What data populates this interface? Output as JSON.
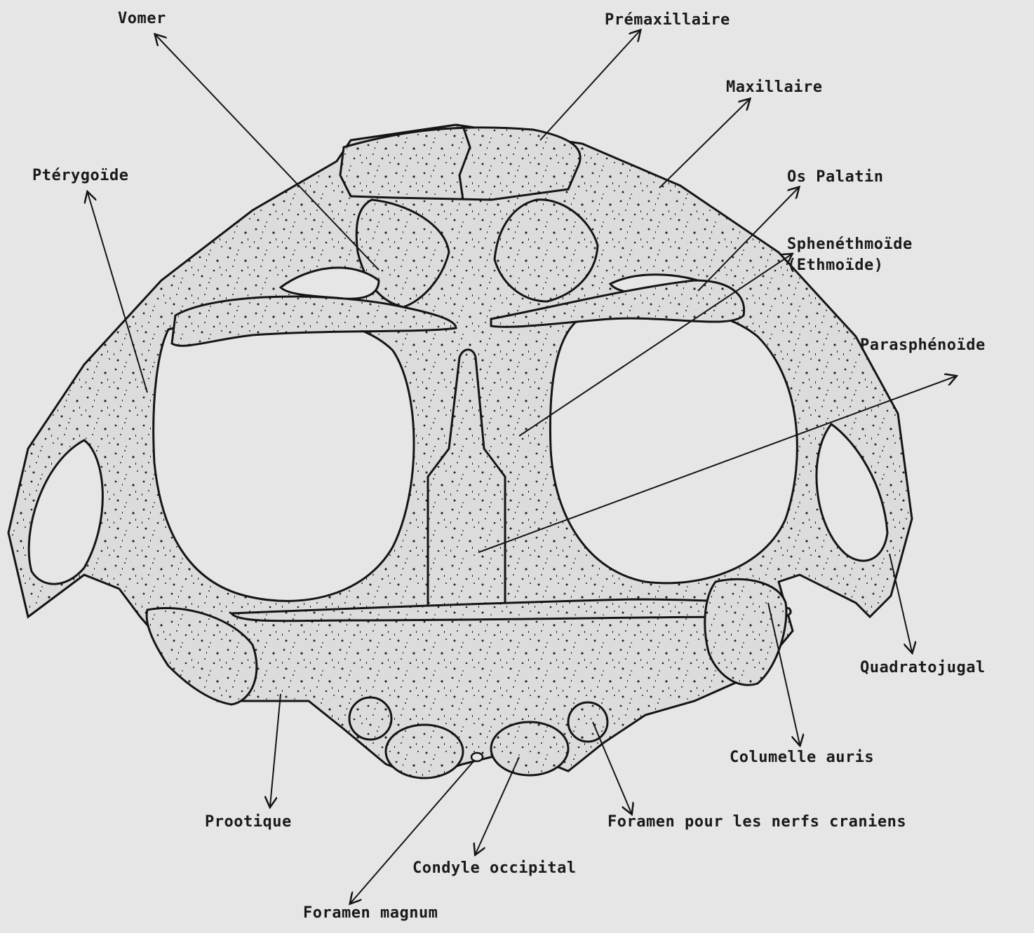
{
  "labels": {
    "vomer": "Vomer",
    "premaxillaire": "Prémaxillaire",
    "maxillaire": "Maxillaire",
    "pterygoide": "Ptérygoïde",
    "os_palatin": "Os Palatin",
    "sphenethmoide": "Sphenéthmoïde",
    "ethmoide": "(Ethmoïde)",
    "parasphenoide": "Parasphénoïde",
    "quadratojugal": "Quadratojugal",
    "columelle_auris": "Columelle auris",
    "prootique": "Prootique",
    "foramen_nerfs": "Foramen pour les nerfs craniens",
    "condyle_occipital": "Condyle occipital",
    "foramen_magnum": "Foramen magnum"
  },
  "colors": {
    "background": "#e6e6e6",
    "bone": "#dcdcdc",
    "ink": "#151515"
  }
}
